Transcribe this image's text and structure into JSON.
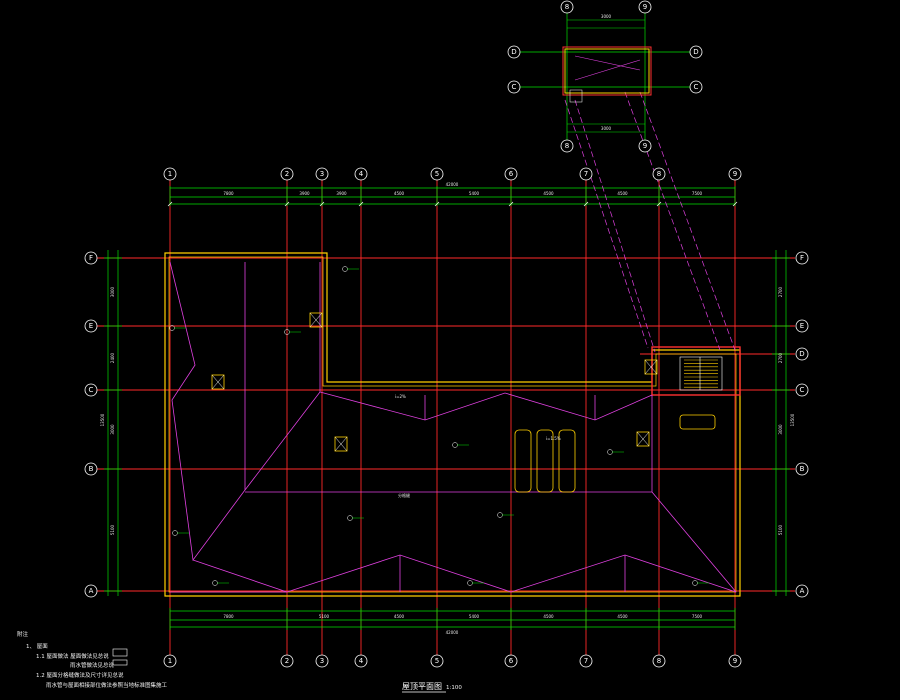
{
  "drawing": {
    "title": "屋顶平面图",
    "scale": "1:100",
    "colors": {
      "axis_line": "#ff2a2a",
      "dimension": "#00e000",
      "wall": "#ffd000",
      "ridge": "#e040e0",
      "parapet": "#ff3030",
      "stair": "#ffffff",
      "text": "#ffffff"
    }
  },
  "axes": {
    "columns": [
      "1",
      "2",
      "3",
      "4",
      "5",
      "6",
      "7",
      "8",
      "9"
    ],
    "rows": [
      "F",
      "E",
      "D",
      "C",
      "B",
      "A"
    ]
  },
  "inset": {
    "columns": [
      "8",
      "9"
    ],
    "rows": [
      "D",
      "C"
    ]
  },
  "dims": {
    "top_total": "42000",
    "top_segments": [
      "7800",
      "3900",
      "3900",
      "4500",
      "5400",
      "4500",
      "4500",
      "7500"
    ],
    "bottom_total": "42000",
    "bottom_segments": [
      "7800",
      "5100",
      "4500",
      "5400",
      "4500",
      "4500",
      "7500"
    ],
    "left_total": "13500",
    "left_segments": [
      "3000",
      "2400",
      "3000",
      "5100"
    ],
    "right_total": "13500",
    "right_segments": [
      "2700",
      "2700",
      "3000",
      "5100"
    ],
    "inset_top": "3000",
    "inset_bottom": "3000"
  },
  "labels": {
    "center_note": "分格缝",
    "slope_label": "i=2%",
    "roof_label": "i=1.5%"
  },
  "notes": {
    "heading": "附注",
    "item1": "1、 屋面",
    "item1_1": "1.1 屋面做法  屋面做法见总说",
    "item1_1b": "雨水管做法见总说",
    "item1_2": "1.2 屋面分格缝做法及尺寸详见总说",
    "item1_2b": "雨水管与屋面相接部位做法参照当地标准图集施工"
  }
}
